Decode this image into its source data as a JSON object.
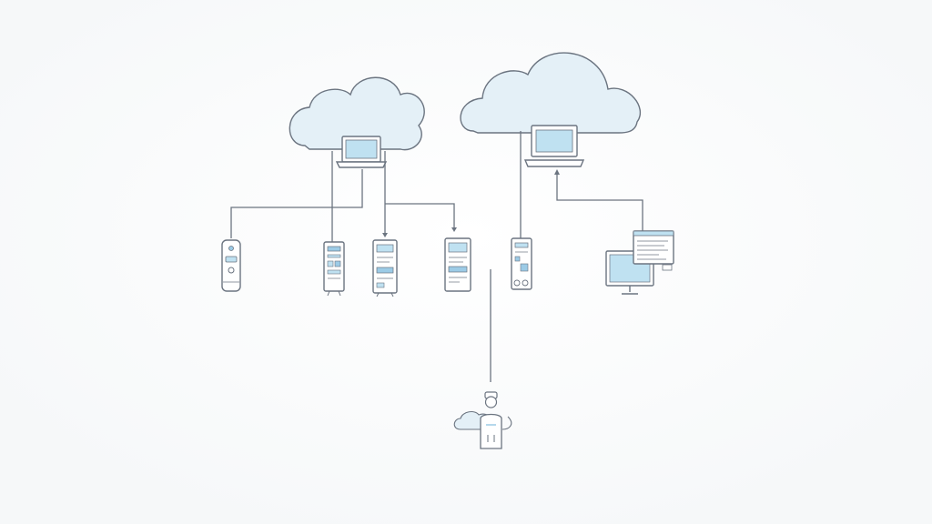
{
  "diagram": {
    "kind": "network-topology",
    "nodes": [
      {
        "id": "cloud-left",
        "type": "cloud"
      },
      {
        "id": "cloud-right",
        "type": "cloud"
      },
      {
        "id": "laptop-left",
        "type": "laptop"
      },
      {
        "id": "laptop-right",
        "type": "laptop"
      },
      {
        "id": "device-remote",
        "type": "remote-control"
      },
      {
        "id": "device-phone-1",
        "type": "phone"
      },
      {
        "id": "device-phone-2",
        "type": "phone"
      },
      {
        "id": "device-tablet",
        "type": "tablet"
      },
      {
        "id": "device-phone-3",
        "type": "phone"
      },
      {
        "id": "desktop-monitor",
        "type": "desktop-with-window"
      },
      {
        "id": "user-avatar",
        "type": "person-with-cloud"
      }
    ],
    "edges": [
      {
        "from": "laptop-left",
        "to": "device-remote"
      },
      {
        "from": "laptop-left",
        "to": "device-phone-1"
      },
      {
        "from": "laptop-left",
        "to": "device-phone-2"
      },
      {
        "from": "laptop-left",
        "to": "device-tablet"
      },
      {
        "from": "laptop-right",
        "to": "device-phone-3"
      },
      {
        "from": "desktop-monitor",
        "to": "laptop-right"
      },
      {
        "from": "user-avatar",
        "to": "network"
      }
    ]
  },
  "colors": {
    "background": "#f6f8f9",
    "stroke": "#6b7480",
    "cloud_fill": "#e4f0f7",
    "screen_fill": "#bfe1f1",
    "accent_blue": "#9ccbe6"
  }
}
